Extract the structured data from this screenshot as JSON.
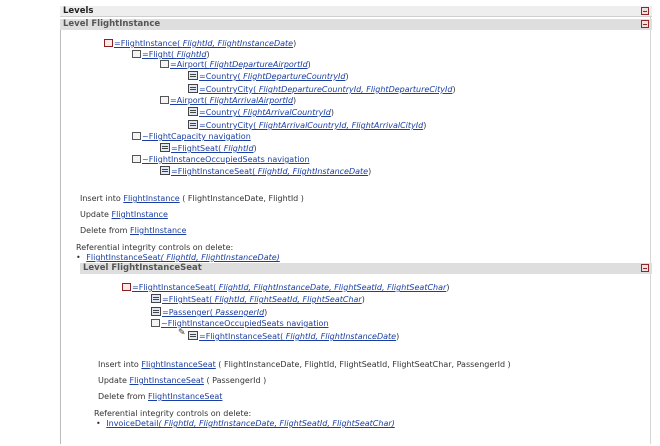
{
  "levels_header": "Levels",
  "level1": {
    "title": "Level FlightInstance",
    "tree": [
      {
        "text": "=FlightInstance( ",
        "params": "FlightId, FlightInstanceDate",
        "tail": ")"
      },
      {
        "text": "=Flight( ",
        "params": "FlightId",
        "tail": ")"
      },
      {
        "text": "=Airport( ",
        "params": "FlightDepartureAirportId",
        "tail": ")"
      },
      {
        "text": "=Country( ",
        "params": "FlightDepartureCountryId",
        "tail": ")"
      },
      {
        "text": "=CountryCity( ",
        "params": "FlightDepartureCountryId, FlightDepartureCityId",
        "tail": ")"
      },
      {
        "text": "=Airport( ",
        "params": "FlightArrivalAirportId",
        "tail": ")"
      },
      {
        "text": "=Country( ",
        "params": "FlightArrivalCountryId",
        "tail": ")"
      },
      {
        "text": "=CountryCity( ",
        "params": "FlightArrivalCountryId, FlightArrivalCityId",
        "tail": ")"
      },
      {
        "text": "~FlightCapacity navigation",
        "params": "",
        "tail": ""
      },
      {
        "text": "=FlightSeat( ",
        "params": "FlightId",
        "tail": ")"
      },
      {
        "text": "~FlightInstanceOccupiedSeats navigation",
        "params": "",
        "tail": ""
      },
      {
        "text": "=FlightInstanceSeat( ",
        "params": "FlightId, FlightInstanceDate",
        "tail": ")"
      }
    ],
    "insert_label": "Insert into ",
    "insert_table": "FlightInstance",
    "insert_cols": " ( FlightInstanceDate, FlightId )",
    "update_label": "Update ",
    "update_table": "FlightInstance",
    "delete_label": "Delete from ",
    "delete_table": "FlightInstance",
    "ri_label": "Referential integrity controls on delete:",
    "ri_item": "FlightInstanceSeat",
    "ri_params": "( FlightId, FlightInstanceDate)"
  },
  "level2": {
    "title": "Level FlightInstanceSeat",
    "tree": [
      {
        "text": "=FlightInstanceSeat( ",
        "params": "FlightId, FlightInstanceDate, FlightSeatId, FlightSeatChar",
        "tail": ")"
      },
      {
        "text": "=FlightSeat( ",
        "params": "FlightId, FlightSeatId, FlightSeatChar",
        "tail": ")"
      },
      {
        "text": "=Passenger( ",
        "params": "PassengerId",
        "tail": ")"
      },
      {
        "text": "~FlightInstanceOccupiedSeats navigation",
        "params": "",
        "tail": ""
      },
      {
        "text": "=FlightInstanceSeat( ",
        "params": "FlightId, FlightInstanceDate",
        "tail": ")"
      }
    ],
    "insert_label": "Insert into ",
    "insert_table": "FlightInstanceSeat",
    "insert_cols": " ( FlightInstanceDate, FlightId, FlightSeatId, FlightSeatChar, PassengerId )",
    "update_label": "Update ",
    "update_table": "FlightInstanceSeat",
    "update_cols": " ( PassengerId )",
    "delete_label": "Delete from ",
    "delete_table": "FlightInstanceSeat",
    "ri_label": "Referential integrity controls on delete:",
    "ri_item": "InvoiceDetail",
    "ri_params": "( FlightId, FlightInstanceDate, FlightSeatId, FlightSeatChar)"
  }
}
